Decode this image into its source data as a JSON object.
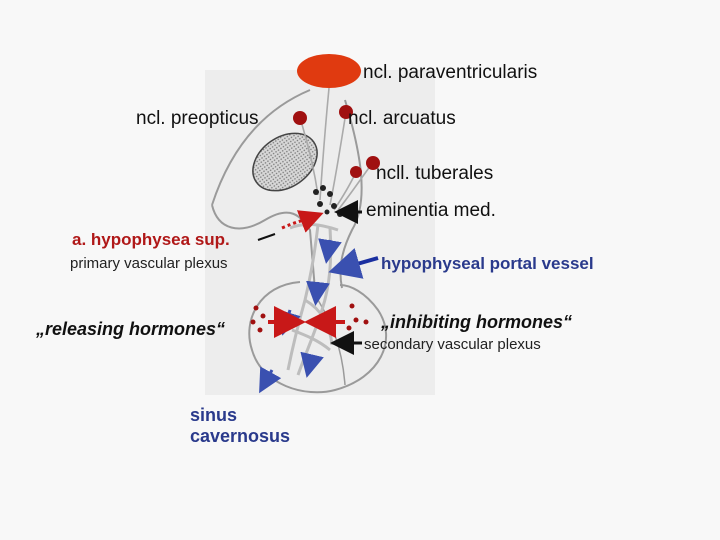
{
  "labels": {
    "paraventricularis": "ncl. paraventricularis",
    "preopticus": "ncl. preopticus",
    "arcuatus": "ncl. arcuatus",
    "tuberales": "ncll. tuberales",
    "eminentia": "eminentia med.",
    "hypophysea": "a. hypophysea sup.",
    "primary_plexus": "primary vascular plexus",
    "portal_vessel": "hypophyseal portal vessel",
    "releasing": "„releasing hormones“",
    "inhibiting": "„inhibiting hormones“",
    "secondary_plexus": "secondary vascular plexus",
    "sinus_line1": "sinus",
    "sinus_line2": "cavernosus"
  },
  "colors": {
    "background": "#f8f8f8",
    "nucleus_red": "#e03a10",
    "neuron_dark_red": "#a01010",
    "vessel_blue": "#3a50b0",
    "arrow_red": "#c81818",
    "label_red": "#b01818",
    "label_blue": "#2a3a8c",
    "outline_gray": "#9a9a9a"
  }
}
